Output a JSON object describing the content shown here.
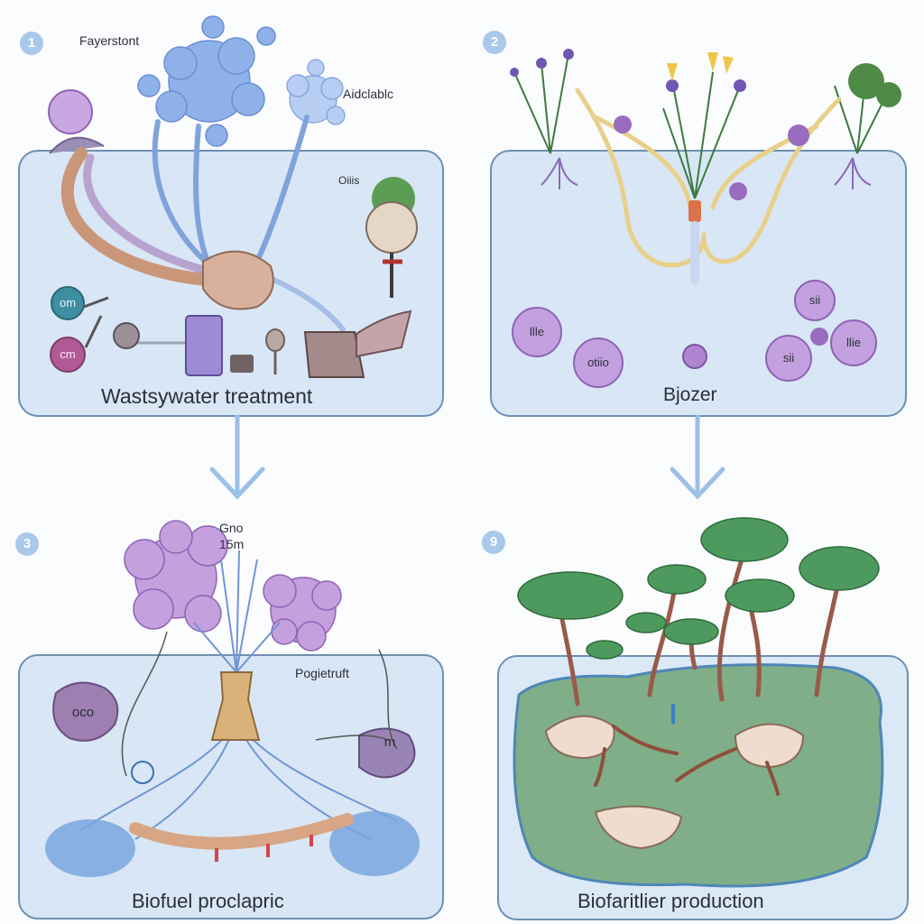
{
  "step1": {
    "number": "1",
    "caption": "Wastsywater treatment",
    "labels": {
      "top_left": "Fayerstont",
      "top_right": "Aidclablc",
      "small": "Oiiis"
    },
    "bubbles": [
      "om",
      "cm"
    ]
  },
  "step2": {
    "number": "2",
    "caption": "Bjozer",
    "bubbles": [
      "llle",
      "otiio",
      "sii",
      "llie",
      "sii"
    ]
  },
  "step3": {
    "number": "3",
    "caption": "Biofuel proclapric",
    "labels": {
      "top": "Gno",
      "top2": "15m",
      "right": "Pogietruft"
    },
    "bubbles": [
      "oco",
      "m"
    ]
  },
  "step4": {
    "number": "9",
    "caption": "Biofaritlier production"
  },
  "colors": {
    "panel_fill": "#d9e6f5",
    "panel_border": "#6f8fb3",
    "badge": "#a9c8ea",
    "arrow": "#9cc0e6",
    "purple": "#9a6cc0",
    "tree_green": "#3f8a5a"
  }
}
